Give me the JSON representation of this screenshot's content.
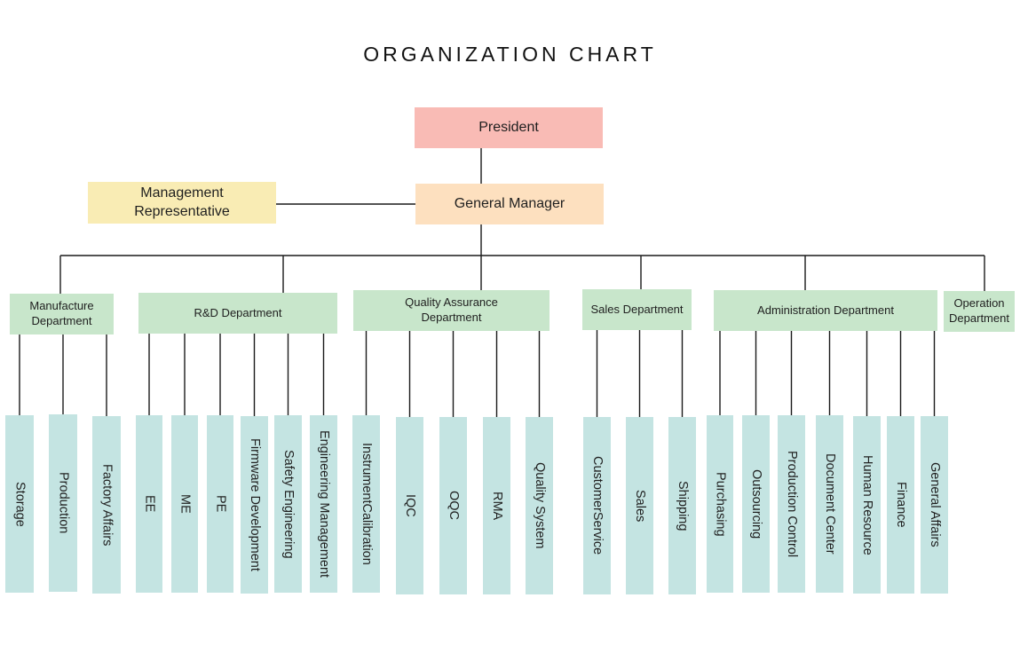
{
  "title": "ORGANIZATION CHART",
  "colors": {
    "president": "#f9bbb5",
    "general_manager": "#fde0bf",
    "management_rep": "#f9ecb4",
    "department": "#c8e6cb",
    "sub_unit": "#c4e4e2",
    "connector": "#1a1a1a"
  },
  "top": {
    "president": "President",
    "general_manager": "General Manager",
    "management_rep": "Management\nRepresentative"
  },
  "departments": [
    {
      "label": "Manufacture\nDepartment",
      "units": [
        "Storage",
        "Production",
        "Factory Affairs"
      ]
    },
    {
      "label": "R&D Department",
      "units": [
        "EE",
        "ME",
        "PE",
        "Firmware Development",
        "Safety Engineering",
        "Engineering  Management"
      ]
    },
    {
      "label": "Quality  Assurance\nDepartment",
      "units": [
        "InstrumentCalibration",
        "IQC",
        "OQC",
        "RMA",
        "Quality System"
      ]
    },
    {
      "label": "Sales Department",
      "units": [
        "CustomerService",
        "Sales",
        "Shipping"
      ]
    },
    {
      "label": "Administration Department",
      "units": [
        "Purchasing",
        "Outsourcing",
        "Production Control",
        "Document Center",
        "Human Resource",
        "Finance",
        "General Affairs"
      ]
    },
    {
      "label": "Operation\nDepartment",
      "units": []
    }
  ]
}
